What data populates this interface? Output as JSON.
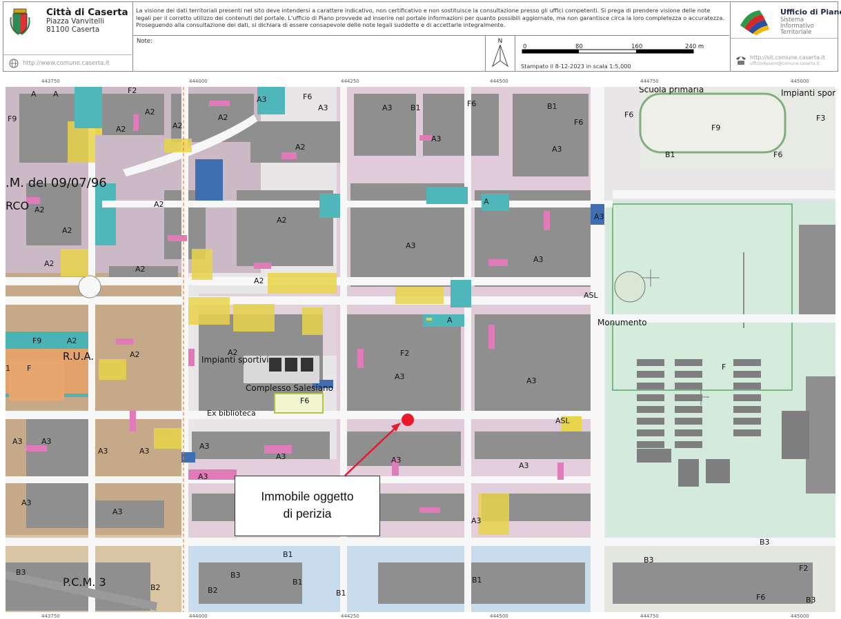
{
  "header": {
    "city": {
      "name": "Città di Caserta",
      "address_line1": "Piazza Vanvitelli",
      "address_line2": "81100 Caserta",
      "website": "http://www.comune.caserta.it"
    },
    "disclaimer": "La visione dei dati territoriali presenti nel sito deve intendersi a carattere indicativo, non certificativo e non sostituisce la consultazione presso gli uffici competenti. Si prega di prendere visione delle note legali per il corretto utilizzo dei contenuti del portale. L'ufficio di Piano provvede ad inserire nel portale informazioni per quanto possibili aggiornate, ma non garantisce circa la loro completezza o accuratezza. Proseguendo alla consultazione dei dati, si dichiara di essere consapevole delle note legali suddette e di accettarle integralmente.",
    "note_label": "Note:",
    "north_letter": "N",
    "scale_labels": [
      "0",
      "80",
      "160",
      "240 m"
    ],
    "printed": "Stampato il 8-12-2023   in scala 1:5,000",
    "office": {
      "name": "Ufficio di Piano",
      "subtitle": [
        "Sistema",
        "Informativo",
        "Territoriale"
      ],
      "website": "http://sit.comune.caserta.it",
      "email": "ufficiodipiano@comune.caserta.it"
    }
  },
  "coordinates": {
    "top": [
      "443750",
      "444000",
      "444250",
      "444500",
      "444750",
      "445000"
    ],
    "bottom": [
      "443750",
      "444000",
      "444250",
      "444500",
      "444750",
      "445000"
    ]
  },
  "map": {
    "labels": {
      "a2": "A2",
      "a3": "A3",
      "a": "A",
      "b1": "B1",
      "b2": "B2",
      "b3": "B3",
      "f": "F",
      "f2": "F2",
      "f3": "F3",
      "f6": "F6",
      "f9": "F9",
      "asl": "ASL",
      "scuola": "Scuola primaria",
      "impianti_sport": "Impianti spor",
      "dm": ".M. del 09/07/96",
      "rco": "RCO",
      "rua": "R.U.A.",
      "impianti_sportivi": "Impianti sportivi",
      "complesso": "Complesso Salesiano",
      "exbiblioteca": "Ex biblioteca",
      "monumento": "Monumento",
      "pcm": "P.C.M. 3",
      "one": "1"
    },
    "callout": {
      "line1": "Immobile oggetto",
      "line2": "di perizia"
    },
    "colors": {
      "road": "#f7f7f7",
      "building": "#8f8f8f",
      "zone_a2": "#c9a97e",
      "zone_a3": "#dcc9d6",
      "zone_f": "#cfe6da",
      "zone_b1": "#bfd7e8",
      "highlight_yellow": "#e8d44a",
      "cyan": "#4fb7b9",
      "blue": "#3f6fb0",
      "pink": "#e07ab8",
      "marker_red": "#e8192c"
    }
  }
}
